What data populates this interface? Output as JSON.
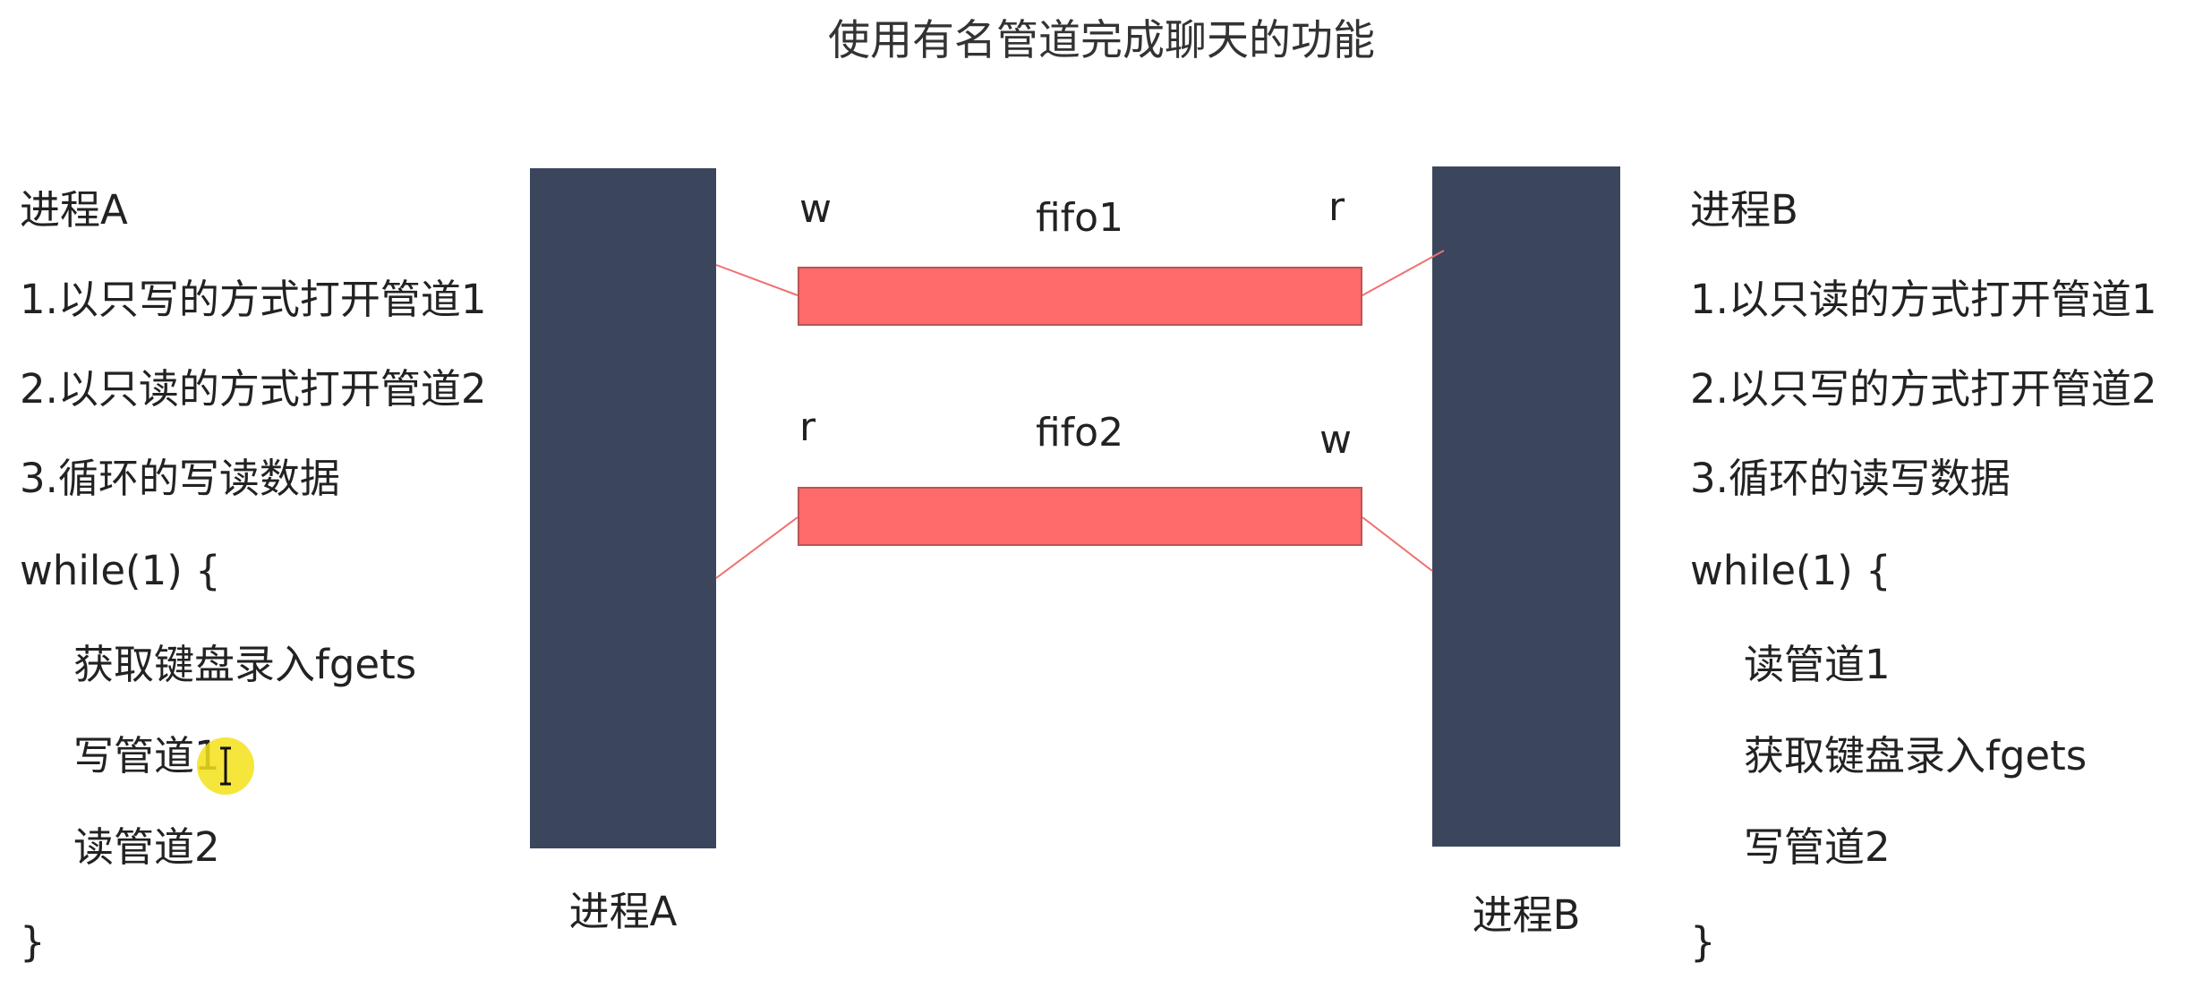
{
  "title": "使用有名管道完成聊天的功能",
  "process_a": {
    "heading": "进程A",
    "steps": [
      "1.以只写的方式打开管道1",
      "2.以只读的方式打开管道2",
      "3.循环的写读数据"
    ],
    "loop_open": "while(1) {",
    "loop_body": [
      "获取键盘录入fgets",
      "写管道1",
      "读管道2"
    ],
    "loop_close": "}"
  },
  "process_b": {
    "heading": "进程B",
    "steps": [
      "1.以只读的方式打开管道1",
      "2.以只写的方式打开管道2",
      "3.循环的读写数据"
    ],
    "loop_open": "while(1) {",
    "loop_body": [
      "读管道1",
      "获取键盘录入fgets",
      "写管道2"
    ],
    "loop_close": "}"
  },
  "diagram": {
    "process_a_label": "进程A",
    "process_b_label": "进程B",
    "pipes": [
      {
        "name": "fifo1",
        "left_end": "w",
        "right_end": "r"
      },
      {
        "name": "fifo2",
        "left_end": "r",
        "right_end": "w"
      }
    ]
  },
  "colors": {
    "process_bar": "#3b465d",
    "pipe_fill": "#ff6b6b",
    "pipe_border": "#b85555",
    "connector": "#f07070",
    "cursor_highlight": "#f5e21a"
  },
  "icons": {
    "cursor": "text-cursor-icon"
  }
}
